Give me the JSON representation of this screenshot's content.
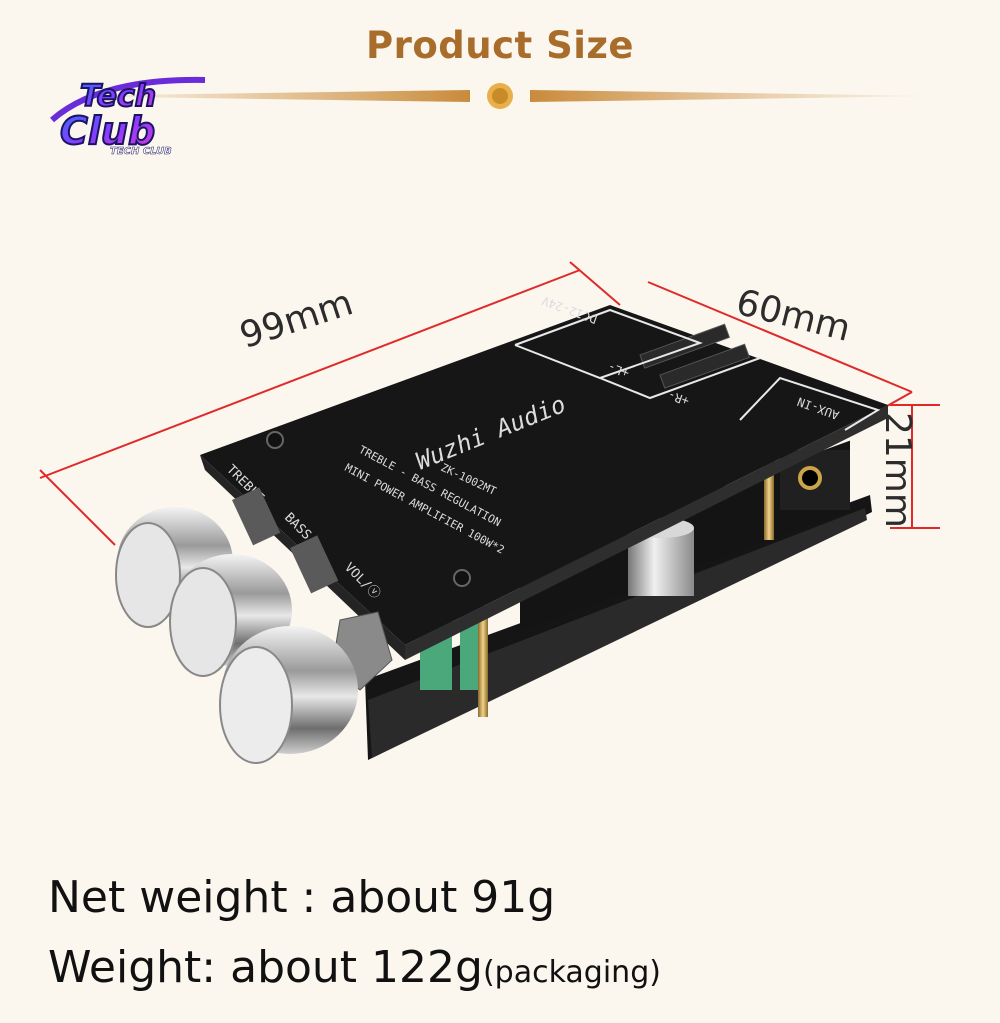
{
  "header": {
    "title": "Product Size"
  },
  "logo": {
    "line1": "Tech",
    "line2": "Club",
    "tagline": "TECH CLUB"
  },
  "dimensions": {
    "length": "99mm",
    "width": "60mm",
    "height": "21mm"
  },
  "board": {
    "brand": "Wuzhi Audio",
    "model": "ZK-1002MT",
    "desc1": "TREBLE - BASS REGULATION",
    "desc2": "MINI POWER AMPLIFIER 100W*2",
    "knob1": "TREBLE",
    "knob2": "BASS",
    "knob3": "VOL/ⓥ",
    "power": "DC12-24V",
    "aux": "AUX-IN",
    "left": "+L-",
    "right": "+R-"
  },
  "specs": {
    "net_weight": "Net weight : about 91g",
    "weight": "Weight: about 122g",
    "weight_note": "(packaging)"
  },
  "colors": {
    "accent": "#a86d2a",
    "measure": "#e02a2a",
    "board": "#1a1a1a"
  }
}
